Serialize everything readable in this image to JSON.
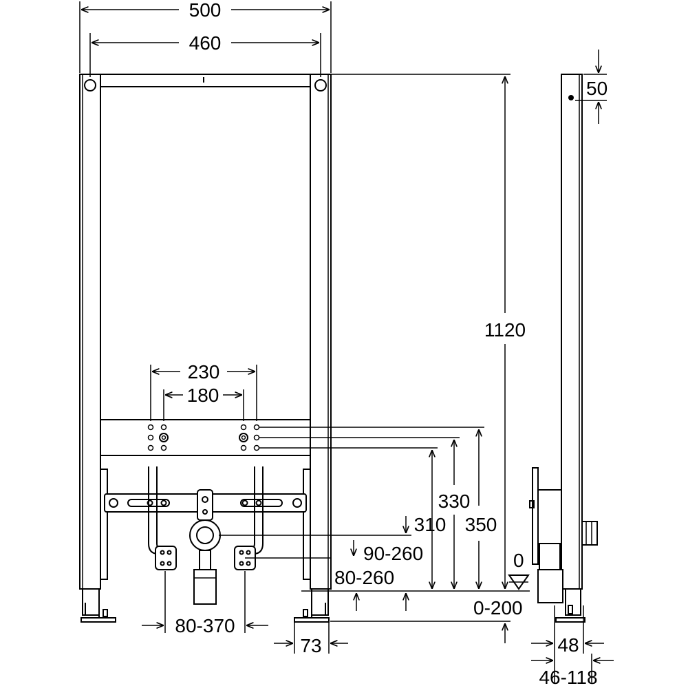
{
  "dimensions": {
    "overall_width": "500",
    "hole_spacing": "460",
    "height": "1120",
    "side_top": "50",
    "outlet_spacing": "230",
    "inner_spacing": "180",
    "h330": "330",
    "h310": "310",
    "h350": "350",
    "range_90_260": "90-260",
    "range_80_260": "80-260",
    "range_80_370": "80-370",
    "zero": "0",
    "range_0_200": "0-200",
    "foot_73": "73",
    "depth_48": "48",
    "depth_range": "46-118"
  }
}
